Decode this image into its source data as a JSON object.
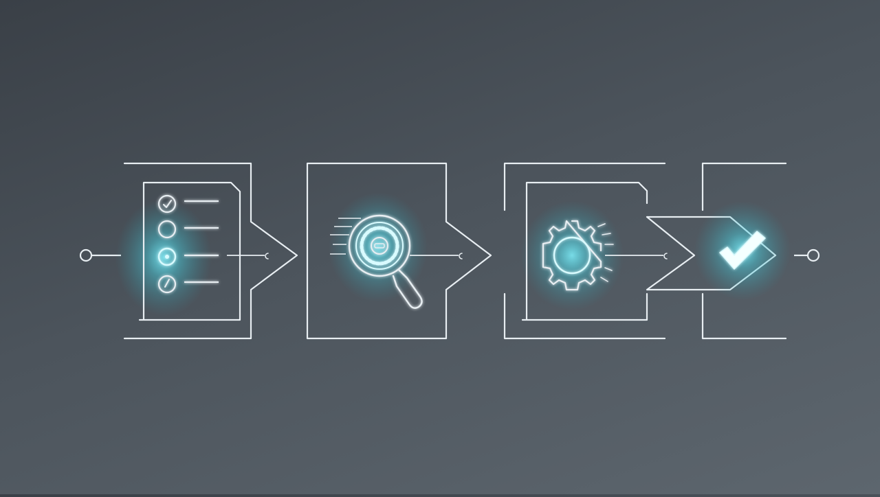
{
  "diagram": {
    "type": "process-flow",
    "steps": [
      {
        "id": "checklist",
        "icon": "checklist-icon"
      },
      {
        "id": "search",
        "icon": "magnifier-icon"
      },
      {
        "id": "process",
        "icon": "gear-icon"
      },
      {
        "id": "complete",
        "icon": "checkmark-icon"
      }
    ],
    "colors": {
      "background_dark": "#3a4047",
      "background_light": "#5d666e",
      "line": "#e8eef2",
      "glow": "#5fe6f2",
      "accent_light": "#d9fbff"
    }
  }
}
